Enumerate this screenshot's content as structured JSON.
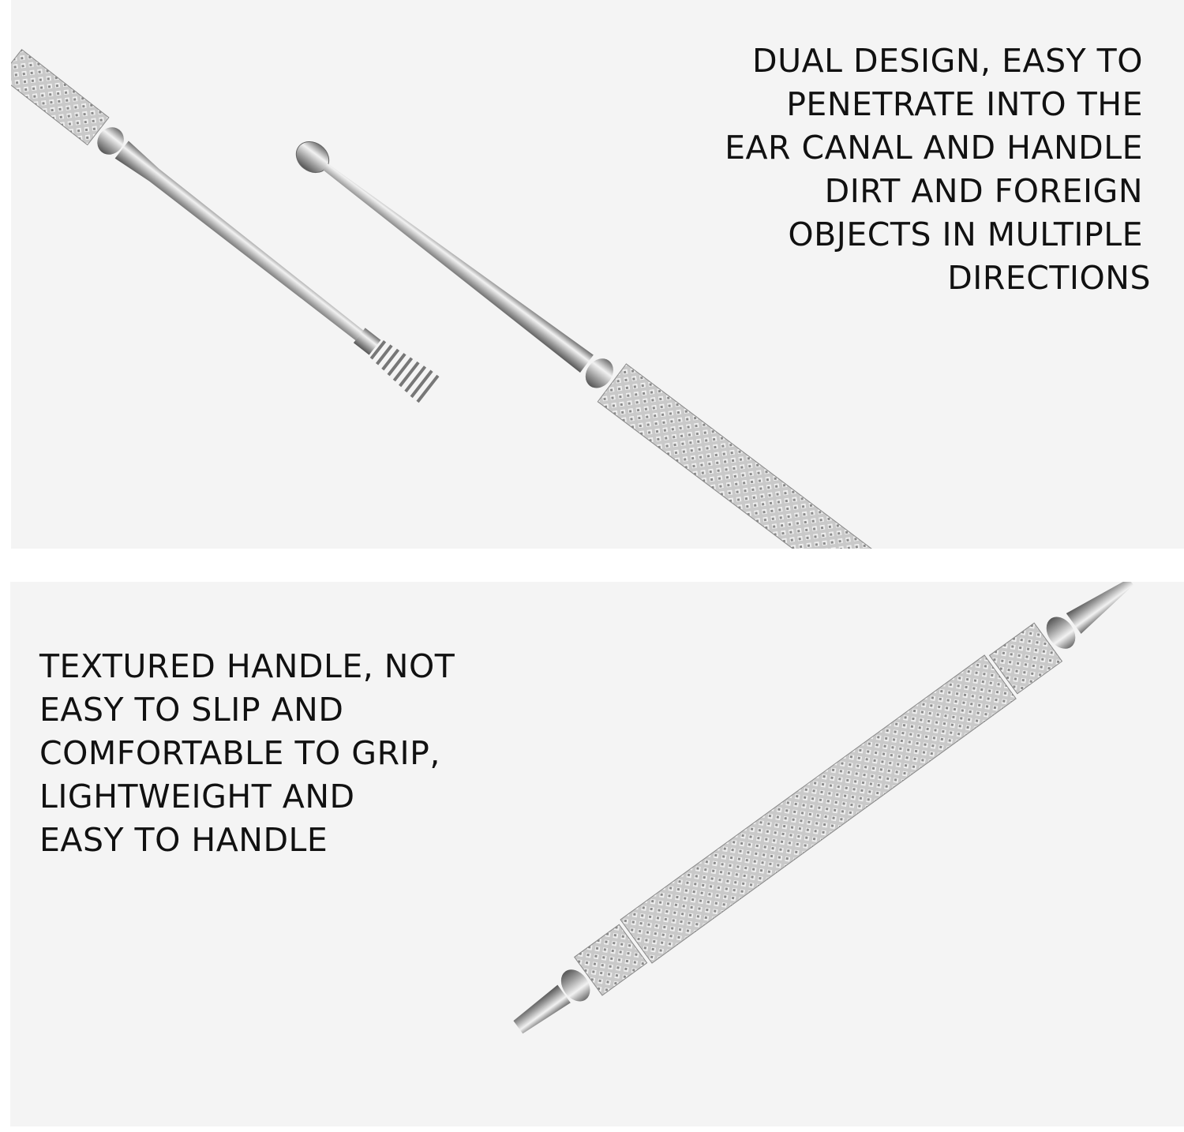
{
  "top_panel": {
    "caption_lines": [
      "DUAL DESIGN, EASY TO",
      "PENETRATE INTO THE",
      "EAR CANAL AND HANDLE",
      "DIRT AND FOREIGN",
      "OBJECTS IN MULTIPLE",
      "DIRECTIONS"
    ],
    "image": "stainless-steel-ear-pick-spring-and-spoon-tips"
  },
  "bottom_panel": {
    "caption_lines": [
      "TEXTURED HANDLE, NOT",
      "EASY TO SLIP AND",
      "COMFORTABLE TO GRIP,",
      "LIGHTWEIGHT AND",
      "EASY TO HANDLE"
    ],
    "image": "knurled-ear-pick-handle"
  },
  "colors": {
    "background": "#f4f4f4",
    "text": "#111111",
    "metal": "#b8b8b8"
  }
}
